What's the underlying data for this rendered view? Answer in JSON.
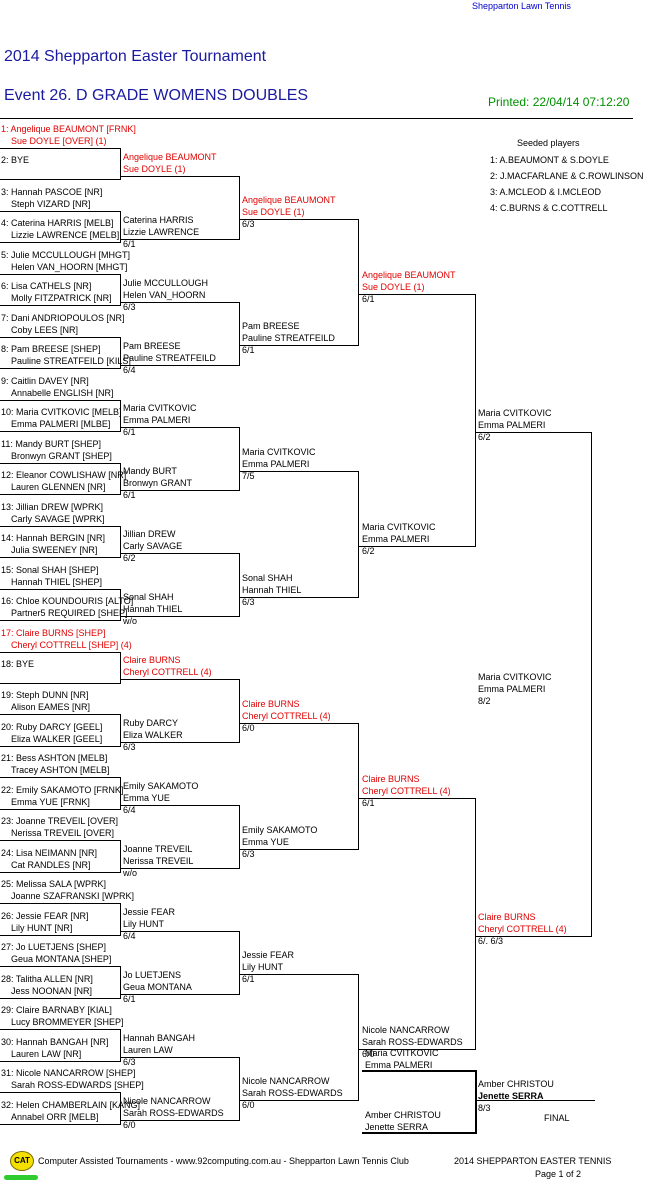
{
  "header": {
    "club": "Shepparton Lawn Tennis",
    "title": "2014 Shepparton Easter Tournament",
    "event": "Event 26. D GRADE WOMENS DOUBLES",
    "printed": "Printed: 22/04/14 07:12:20"
  },
  "seeded": {
    "title": "Seeded players",
    "items": [
      "1: A.BEAUMONT & S.DOYLE",
      "2: J.MACFARLANE & C.ROWLINSON",
      "3: A.MCLEOD & I.MCLEOD",
      "4: C.BURNS & C.COTTRELL"
    ]
  },
  "draw": [
    [
      "1: Angelique BEAUMONT [FRNK]",
      "Sue DOYLE [OVER] (1)"
    ],
    [
      "2: BYE",
      ""
    ],
    [
      "3: Hannah PASCOE [NR]",
      "Steph VIZARD [NR]"
    ],
    [
      "4: Caterina HARRIS [MELB]",
      "Lizzie LAWRENCE [MELB]"
    ],
    [
      "5: Julie MCCULLOUGH [MHGT]",
      "Helen VAN_HOORN [MHGT]"
    ],
    [
      "6: Lisa CATHELS [NR]",
      "Molly FITZPATRICK [NR]"
    ],
    [
      "7: Dani ANDRIOPOULOS [NR]",
      "Coby LEES [NR]"
    ],
    [
      "8: Pam BREESE [SHEP]",
      "Pauline STREATFEILD [KILS]"
    ],
    [
      "9: Caitlin DAVEY [NR]",
      "Annabelle ENGLISH [NR]"
    ],
    [
      "10: Maria CVITKOVIC [MELB]",
      "Emma PALMERI [MLBE]"
    ],
    [
      "11: Mandy BURT [SHEP]",
      "Bronwyn GRANT [SHEP]"
    ],
    [
      "12: Eleanor COWLISHAW [NR]",
      "Lauren GLENNEN [NR]"
    ],
    [
      "13: Jillian DREW [WPRK]",
      "Carly SAVAGE [WPRK]"
    ],
    [
      "14: Hannah BERGIN [NR]",
      "Julia SWEENEY [NR]"
    ],
    [
      "15: Sonal SHAH [SHEP]",
      "Hannah THIEL [SHEP]"
    ],
    [
      "16: Chloe KOUNDOURIS [ALTO]",
      "Partner5 REQUIRED [SHEP]"
    ],
    [
      "17: Claire BURNS [SHEP]",
      "Cheryl COTTRELL [SHEP] (4)"
    ],
    [
      "18: BYE",
      ""
    ],
    [
      "19: Steph DUNN [NR]",
      "Alison EAMES [NR]"
    ],
    [
      "20: Ruby DARCY [GEEL]",
      "Eliza WALKER [GEEL]"
    ],
    [
      "21: Bess ASHTON [MELB]",
      "Tracey ASHTON [MELB]"
    ],
    [
      "22: Emily SAKAMOTO [FRNK]",
      "Emma YUE [FRNK]"
    ],
    [
      "23: Joanne TREVEIL [OVER]",
      "Nerissa TREVEIL [OVER]"
    ],
    [
      "24: Lisa NEIMANN [NR]",
      "Cat RANDLES [NR]"
    ],
    [
      "25: Melissa SALA [WPRK]",
      "Joanne SZAFRANSKI [WPRK]"
    ],
    [
      "26: Jessie FEAR [NR]",
      "Lily HUNT [NR]"
    ],
    [
      "27: Jo LUETJENS [SHEP]",
      "Geua MONTANA [SHEP]"
    ],
    [
      "28: Talitha ALLEN [NR]",
      "Jess NOONAN [NR]"
    ],
    [
      "29: Claire BARNABY [KIAL]",
      "Lucy BROMMEYER [SHEP]"
    ],
    [
      "30: Hannah BANGAH [NR]",
      "Lauren LAW [NR]"
    ],
    [
      "31: Nicole NANCARROW [SHEP]",
      "Sarah ROSS-EDWARDS [SHEP]"
    ],
    [
      "32: Helen CHAMBERLAIN [KANG]",
      "Annabel ORR [MELB]"
    ]
  ],
  "round2": [
    [
      "Angelique BEAUMONT",
      "Sue DOYLE (1)",
      ""
    ],
    [
      "Caterina HARRIS",
      "Lizzie LAWRENCE",
      "6/1"
    ],
    [
      "Julie MCCULLOUGH",
      "Helen VAN_HOORN",
      "6/3"
    ],
    [
      "Pam BREESE",
      "Pauline STREATFEILD",
      "6/4"
    ],
    [
      "Maria CVITKOVIC",
      "Emma PALMERI",
      "6/1"
    ],
    [
      "Mandy BURT",
      "Bronwyn GRANT",
      "6/1"
    ],
    [
      "Jillian DREW",
      "Carly SAVAGE",
      "6/2"
    ],
    [
      "Sonal SHAH",
      "Hannah THIEL",
      "w/o"
    ],
    [
      "Claire BURNS",
      "Cheryl COTTRELL (4)",
      ""
    ],
    [
      "Ruby DARCY",
      "Eliza WALKER",
      "6/3"
    ],
    [
      "Emily SAKAMOTO",
      "Emma YUE",
      "6/4"
    ],
    [
      "Joanne TREVEIL",
      "Nerissa TREVEIL",
      "w/o"
    ],
    [
      "Jessie FEAR",
      "Lily HUNT",
      "6/4"
    ],
    [
      "Jo LUETJENS",
      "Geua MONTANA",
      "6/1"
    ],
    [
      "Hannah BANGAH",
      "Lauren LAW",
      "6/3"
    ],
    [
      "Nicole NANCARROW",
      "Sarah ROSS-EDWARDS",
      "6/0"
    ]
  ],
  "round3": [
    [
      "Angelique BEAUMONT",
      "Sue DOYLE (1)",
      "6/3"
    ],
    [
      "Pam BREESE",
      "Pauline STREATFEILD",
      "6/1"
    ],
    [
      "Maria CVITKOVIC",
      "Emma PALMERI",
      "7/5"
    ],
    [
      "Sonal SHAH",
      "Hannah THIEL",
      "6/3"
    ],
    [
      "Claire BURNS",
      "Cheryl COTTRELL (4)",
      "6/0"
    ],
    [
      "Emily SAKAMOTO",
      "Emma YUE",
      "6/3"
    ],
    [
      "Jessie FEAR",
      "Lily HUNT",
      "6/1"
    ],
    [
      "Nicole NANCARROW",
      "Sarah ROSS-EDWARDS",
      "6/0"
    ]
  ],
  "round4": [
    [
      "Angelique BEAUMONT",
      "Sue DOYLE (1)",
      "6/1"
    ],
    [
      "Maria CVITKOVIC",
      "Emma PALMERI",
      "6/2"
    ],
    [
      "Claire BURNS",
      "Cheryl COTTRELL (4)",
      "6/1"
    ],
    [
      "Nicole NANCARROW",
      "Sarah ROSS-EDWARDS",
      "6/0"
    ]
  ],
  "round5": [
    [
      "Maria CVITKOVIC",
      "Emma PALMERI",
      "6/2"
    ],
    [
      "Claire BURNS",
      "Cheryl COTTRELL (4)",
      "6/. 6/3"
    ]
  ],
  "round6": [
    "Maria CVITKOVIC",
    "Emma PALMERI",
    "8/2"
  ],
  "playoff": {
    "top": [
      "Maria CVITKOVIC",
      "Emma PALMERI"
    ],
    "bottom": [
      "Amber CHRISTOU",
      "Jenette SERRA"
    ],
    "winner": [
      "Amber CHRISTOU",
      "Jenette SERRA",
      "8/3"
    ],
    "label": "FINAL"
  },
  "footer": {
    "logo": "CAT",
    "left": "Computer Assisted Tournaments - www.92computing.com.au  -  Shepparton Lawn Tennis Club",
    "right": "2014 SHEPPARTON EASTER TENNIS",
    "page": "Page 1 of 2"
  },
  "colors": {
    "seed": "#e00000",
    "title": "#1a1aa0",
    "printed": "#009000"
  }
}
